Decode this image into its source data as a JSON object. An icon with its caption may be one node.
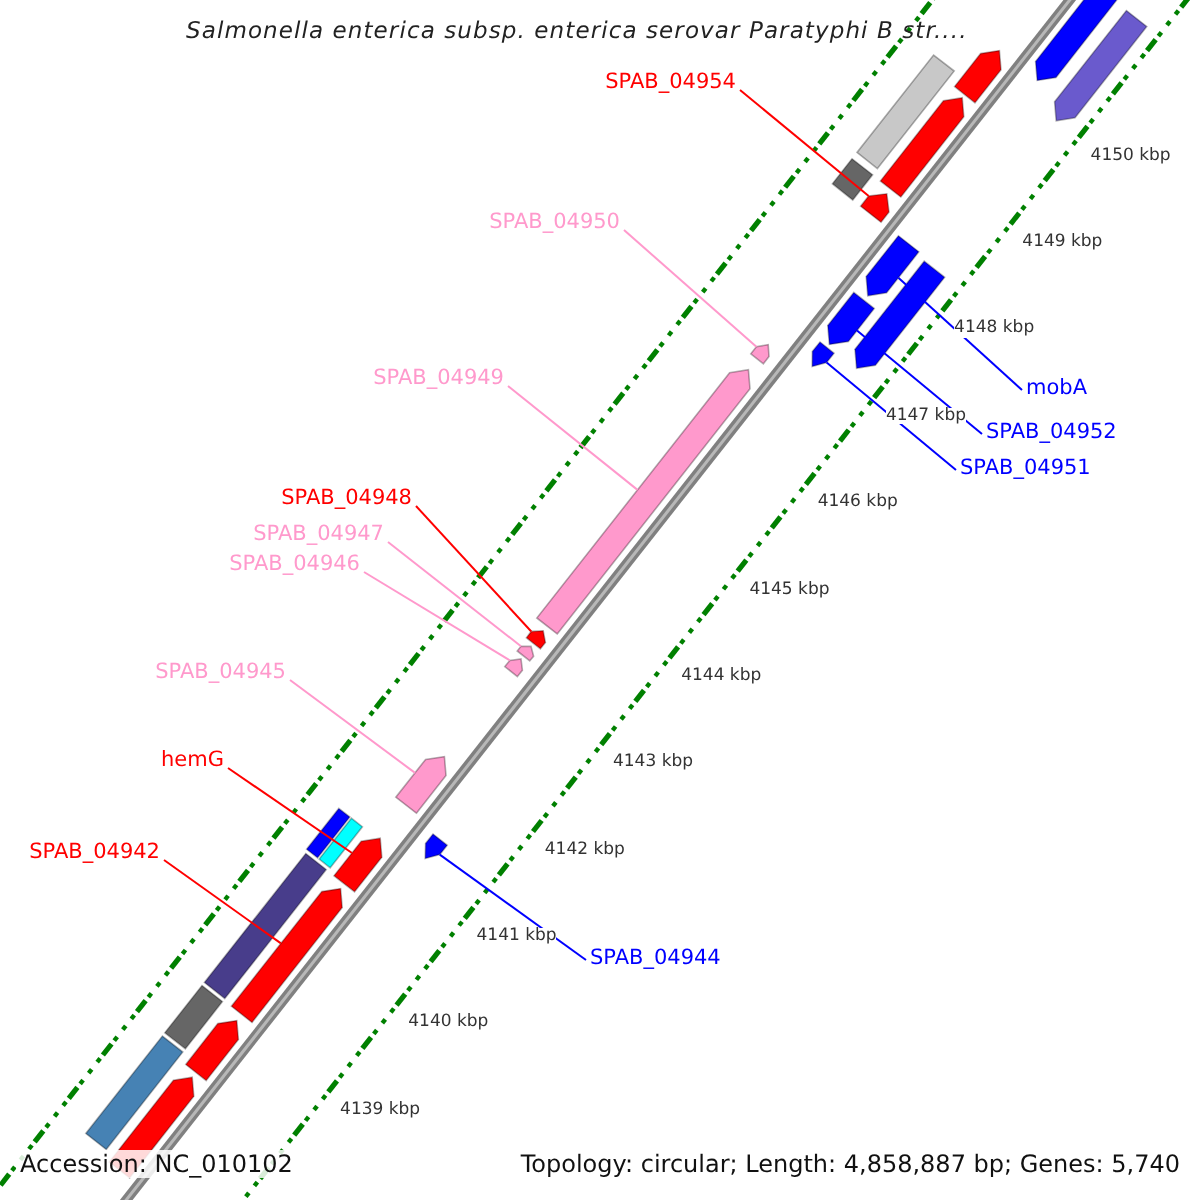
{
  "diagram": {
    "title": "Salmonella enterica subsp. enterica serovar Paratyphi B str....",
    "nodes": [
      {
        "text": [
          "SPAB_04954"
        ]
      },
      {
        "text": [
          "SPAB_04950"
        ]
      },
      {
        "text": [
          "SPAB_04949"
        ]
      },
      {
        "text": [
          "mobA"
        ]
      },
      {
        "text": [
          "SPAB_04952"
        ]
      },
      {
        "text": [
          "SPAB_04951"
        ]
      },
      {
        "text": [
          "SPAB_04948"
        ]
      },
      {
        "text": [
          "SPAB_04947"
        ]
      },
      {
        "text": [
          "SPAB_04946"
        ]
      },
      {
        "text": [
          "SPAB_04945"
        ]
      },
      {
        "text": [
          "hemG"
        ]
      },
      {
        "text": [
          "SPAB_04942"
        ]
      },
      {
        "text": [
          "SPAB_04944"
        ]
      },
      {
        "text": [],
        "shape": "bar"
      },
      {
        "text": [],
        "shape": "bar"
      },
      {
        "text": [],
        "shape": "bar"
      },
      {
        "text": [],
        "shape": "bar"
      },
      {
        "text": [],
        "shape": "bar"
      },
      {
        "text": [],
        "shape": "bar"
      },
      {
        "text": [],
        "shape": "bar"
      },
      {
        "text": [],
        "shape": "bar"
      },
      {
        "text": [],
        "shape": "bar"
      },
      {
        "text": [],
        "shape": "bar"
      },
      {
        "text": [],
        "shape": "bar"
      },
      {
        "text": [],
        "shape": "bar"
      },
      {
        "text": [],
        "shape": "bar"
      },
      {
        "text": [],
        "shape": "bar"
      },
      {
        "text": [],
        "shape": "bar"
      },
      {
        "text": [],
        "shape": "bar"
      },
      {
        "text": [],
        "shape": "bar"
      },
      {
        "text": [],
        "shape": "bar"
      },
      {
        "text": [],
        "shape": "bar"
      },
      {
        "text": [],
        "shape": "bar"
      },
      {
        "text": [],
        "shape": "bar"
      },
      {
        "text": [],
        "shape": "bar"
      },
      {
        "text": [],
        "shape": "bar"
      },
      {
        "text": [],
        "shape": "bar"
      },
      {
        "text": [],
        "shape": "bar"
      },
      {
        "text": [],
        "shape": "bar"
      },
      {
        "text": [],
        "shape": "bar"
      }
    ],
    "edges": [
      {
        "from": 0,
        "to": 19,
        "arrow": "none",
        "color": "#ff0000"
      },
      {
        "from": 1,
        "to": 24,
        "arrow": "none"
      },
      {
        "from": 2,
        "to": 25,
        "arrow": "none"
      },
      {
        "from": 3,
        "to": 20,
        "arrow": "none",
        "color": "#0000ff"
      },
      {
        "from": 4,
        "to": 22,
        "arrow": "none",
        "color": "#0000ff"
      },
      {
        "from": 5,
        "to": 23,
        "arrow": "none",
        "color": "#0000ff"
      },
      {
        "from": 6,
        "to": 26,
        "arrow": "none",
        "color": "#ff0000"
      },
      {
        "from": 7,
        "to": 27,
        "arrow": "none"
      },
      {
        "from": 8,
        "to": 28,
        "arrow": "none"
      },
      {
        "from": 9,
        "to": 29,
        "arrow": "none"
      },
      {
        "from": 10,
        "to": 33,
        "arrow": "none",
        "color": "#ff0000"
      },
      {
        "from": 11,
        "to": 35,
        "arrow": "none",
        "color": "#ff0000"
      },
      {
        "from": 12,
        "to": 30,
        "arrow": "none",
        "color": "#0000ff"
      }
    ],
    "labels": [
      "4150 kbp",
      "4149 kbp",
      "4148 kbp",
      "4147 kbp",
      "4146 kbp",
      "4145 kbp",
      "4144 kbp",
      "4143 kbp",
      "4142 kbp",
      "4141 kbp",
      "4140 kbp",
      "4139 kbp",
      "Accession: NC_010102",
      "Topology: circular; Length: 4,858,887 bp; Genes: 5,740"
    ]
  }
}
